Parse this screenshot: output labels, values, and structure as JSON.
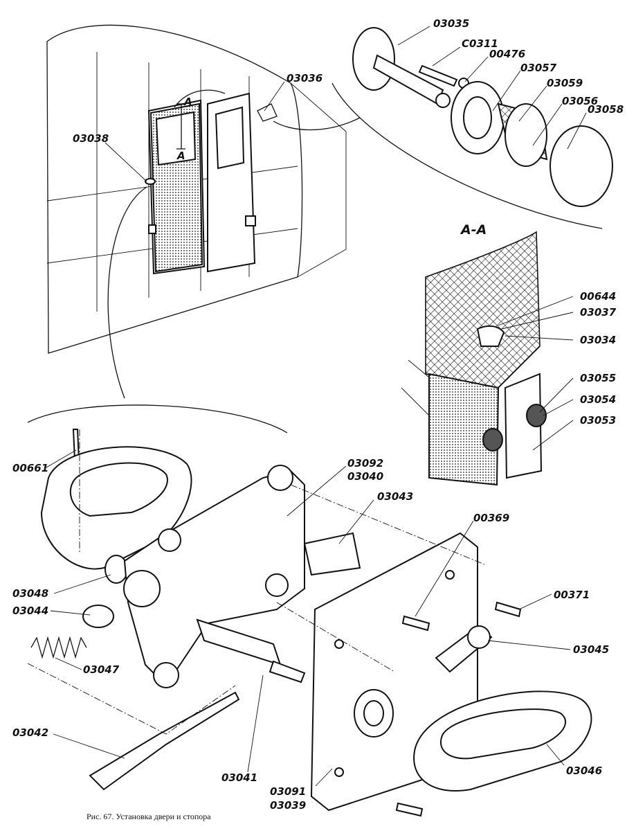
{
  "caption": "Рис. 67. Установка двери и стопора",
  "section_label": "A-A",
  "door_marks": [
    "A",
    "A"
  ],
  "labels": {
    "p03035": "03035",
    "p00311": "C0311",
    "p00476": "00476",
    "p03057": "03057",
    "p03059": "03059",
    "p03056": "03056",
    "p03058": "03058",
    "p03036": "03036",
    "p03038": "03038",
    "p00644": "00644",
    "p03037": "03037",
    "p03034": "03034",
    "p03055": "03055",
    "p03054": "03054",
    "p03053": "03053",
    "p00661": "00661",
    "p03092": "03092",
    "p03040": "03040",
    "p03043": "03043",
    "p00369": "00369",
    "p00371": "00371",
    "p03048": "03048",
    "p03044": "03044",
    "p03047": "03047",
    "p03045": "03045",
    "p03042": "03042",
    "p03041": "03041",
    "p03091": "03091",
    "p03039": "03039",
    "p03046": "03046"
  }
}
